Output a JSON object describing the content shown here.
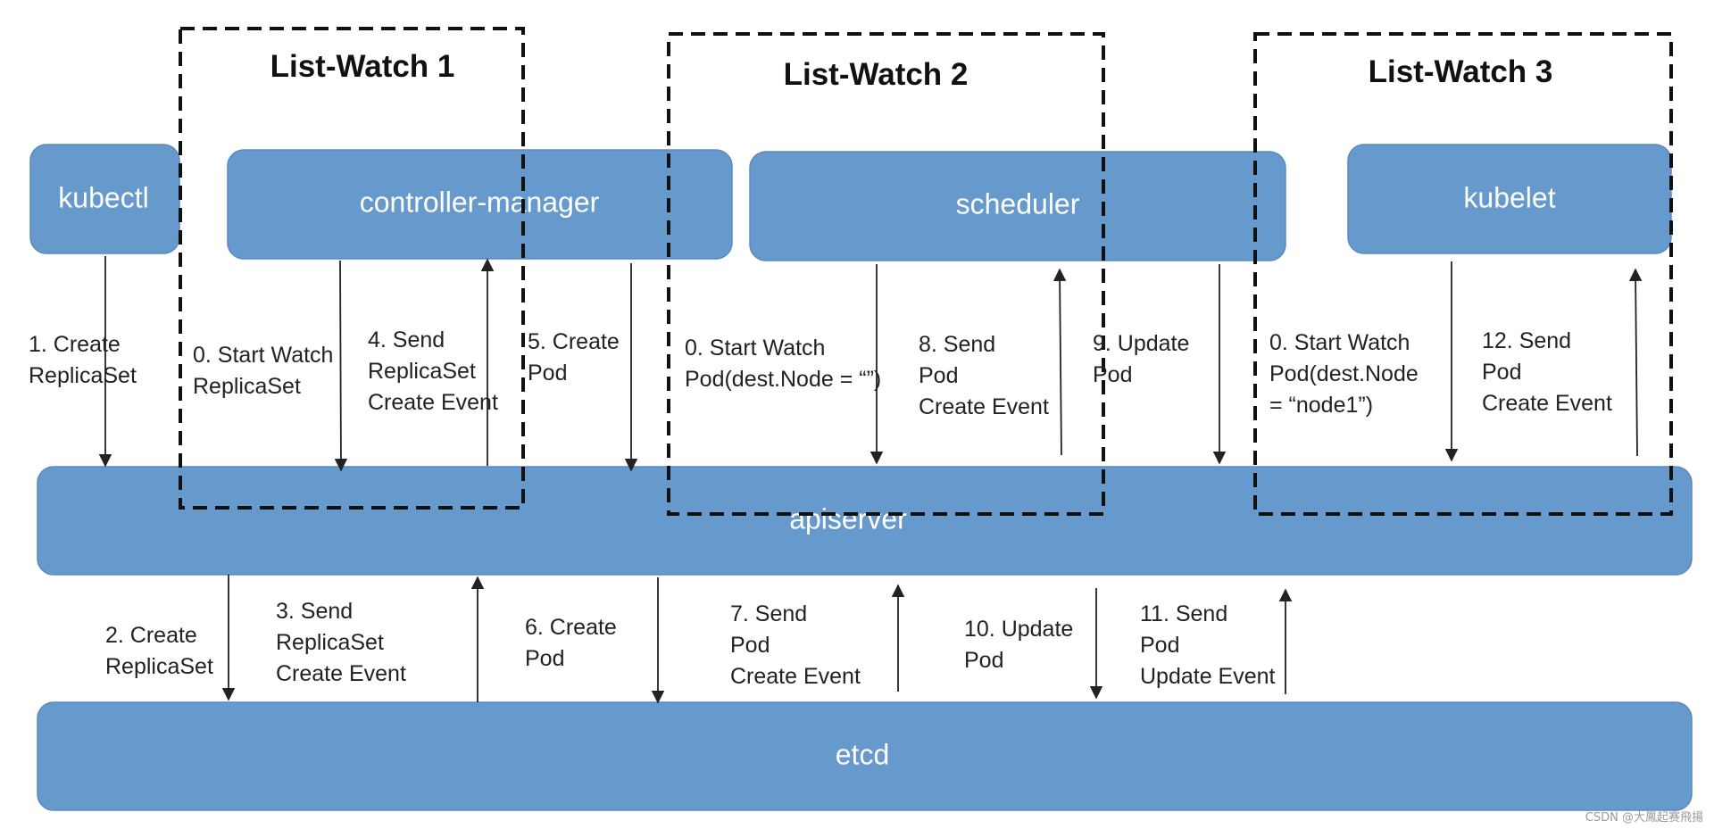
{
  "components": {
    "kubectl": "kubectl",
    "controller_manager": "controller-manager",
    "scheduler": "scheduler",
    "kubelet": "kubelet",
    "apiserver": "apiserver",
    "etcd": "etcd"
  },
  "list_watch": [
    {
      "title": "List-Watch 1"
    },
    {
      "title": "List-Watch 2"
    },
    {
      "title": "List-Watch 3"
    }
  ],
  "steps": {
    "create_replicaset_1": [
      "1. Create",
      "ReplicaSet"
    ],
    "lw1_start_watch": [
      "0. Start Watch",
      " ReplicaSet"
    ],
    "send_rs_event_4": [
      "4. Send",
      "ReplicaSet",
      "Create Event"
    ],
    "create_pod_5": [
      "5. Create",
      "Pod"
    ],
    "lw2_start_watch": [
      "0. Start Watch",
      " Pod(dest.Node = “”)"
    ],
    "send_pod_event_8": [
      "8. Send",
      "Pod",
      "Create Event"
    ],
    "update_pod_9": [
      "9. Update",
      "Pod"
    ],
    "lw3_start_watch": [
      "0. Start Watch",
      " Pod(dest.Node",
      "= “node1”)"
    ],
    "send_pod_event_12": [
      "12. Send",
      "Pod",
      "Create Event"
    ],
    "create_replicaset_2": [
      "2. Create",
      "ReplicaSet"
    ],
    "send_rs_event_3": [
      "3. Send",
      "ReplicaSet",
      "Create Event"
    ],
    "create_pod_6": [
      "6. Create",
      "Pod"
    ],
    "send_pod_event_7": [
      "7. Send",
      "Pod",
      "Create Event"
    ],
    "update_pod_10": [
      "10. Update",
      "Pod"
    ],
    "send_pod_update_11": [
      "11. Send",
      "Pod",
      "Update Event"
    ]
  },
  "watermark": "CSDN @大鳳起赛飛揚",
  "colors": {
    "box_fill": "#6699cc",
    "box_text": "#ffffff",
    "frame_stroke": "#111111",
    "arrow": "#222222"
  }
}
